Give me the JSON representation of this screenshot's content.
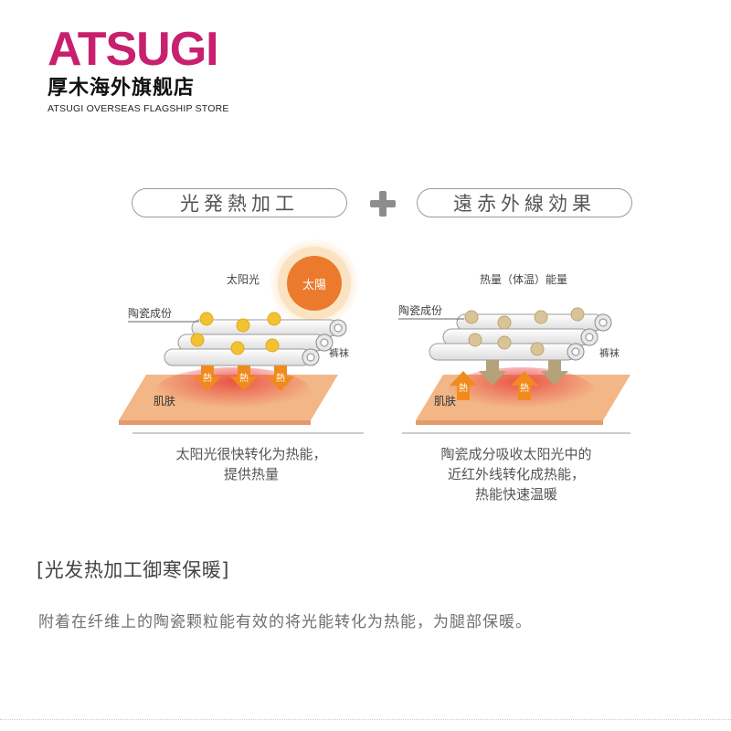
{
  "brand": {
    "logo": "ATSUGI",
    "cn_name": "厚木海外旗舰店",
    "en_name": "ATSUGI OVERSEAS FLAGSHIP STORE",
    "color": "#c8206e"
  },
  "headers": {
    "left": "光発熱加工",
    "right": "遠赤外線効果"
  },
  "left_diagram": {
    "sun_caption": "太阳光",
    "sun_label": "太陽",
    "ceramic_label": "陶瓷成份",
    "fabric_label": "裤袜",
    "skin_label": "肌肤",
    "heat_marks": [
      "熱",
      "熱",
      "熱"
    ],
    "caption": [
      "太阳光很快转化为热能，",
      "提供热量"
    ]
  },
  "right_diagram": {
    "heat_caption": "热量（体温）能量",
    "ceramic_label": "陶瓷成份",
    "fabric_label": "裤袜",
    "skin_label": "肌肤",
    "heat_marks": [
      "熱",
      "熱"
    ],
    "caption": [
      "陶瓷成分吸收太阳光中的",
      "近红外线转化成热能，",
      "热能快速温暖"
    ]
  },
  "section": {
    "title": "[光发热加工御寒保暖]",
    "body": "附着在纤维上的陶瓷颗粒能有效的将光能转化为热能，为腿部保暖。"
  },
  "colors": {
    "sun": "#ec7a2c",
    "skin": "#f3b687",
    "skin_hot": "#e8433b",
    "ceramic_left": "#f2c233",
    "ceramic_right": "#d9c49a",
    "arrow_left": "#f08a1c",
    "arrow_right_down": "#b3a27a",
    "arrow_right_up": "#f28b1e"
  }
}
